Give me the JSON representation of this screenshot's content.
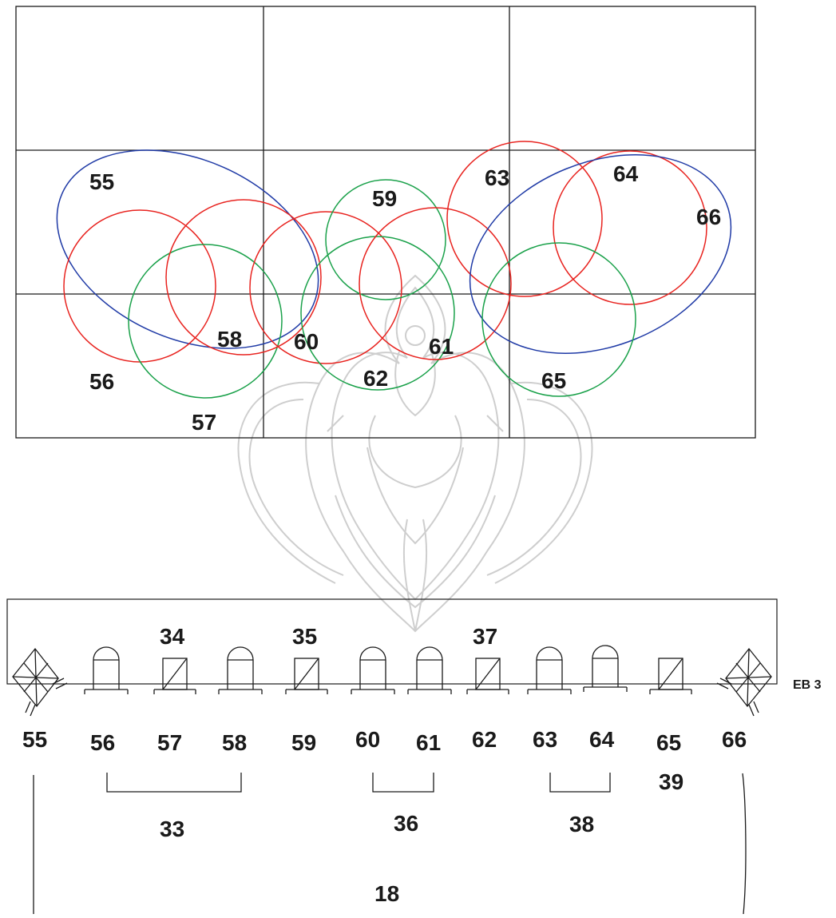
{
  "top_diagram": {
    "labels": [
      "55",
      "56",
      "57",
      "58",
      "59",
      "60",
      "61",
      "62",
      "63",
      "64",
      "65",
      "66"
    ]
  },
  "bottom_diagram": {
    "luminaire_labels": [
      "55",
      "56",
      "57",
      "58",
      "59",
      "60",
      "61",
      "62",
      "63",
      "64",
      "65",
      "66"
    ],
    "group_labels": [
      "33",
      "34",
      "35",
      "36",
      "37",
      "38",
      "39",
      "18"
    ],
    "row_tag": "EB 3"
  },
  "colors": {
    "red": "#e8231f",
    "green": "#1aa14a",
    "blue": "#1f3aa6",
    "line": "#1a1a1a"
  }
}
